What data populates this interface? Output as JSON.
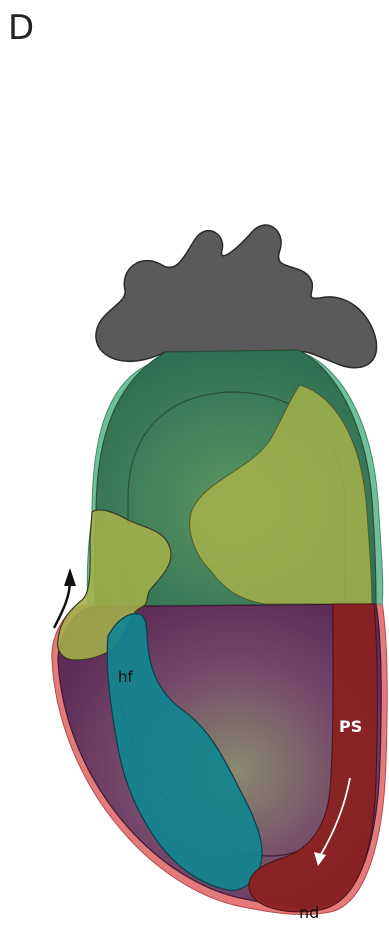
{
  "panel_label": "D",
  "labels": {
    "hf": "hf",
    "ps": "PS",
    "nd": "nd"
  },
  "colors": {
    "extraembryonic": "#5a5a5a",
    "outer_green": "#6fbf9a",
    "dome_green": "#3f7f57",
    "yellow_green": "#a4b04a",
    "lower_purple": "#6b3a5c",
    "outer_pink": "#e47a7a",
    "primitive_streak": "#8a2222",
    "teal": "#118690"
  }
}
